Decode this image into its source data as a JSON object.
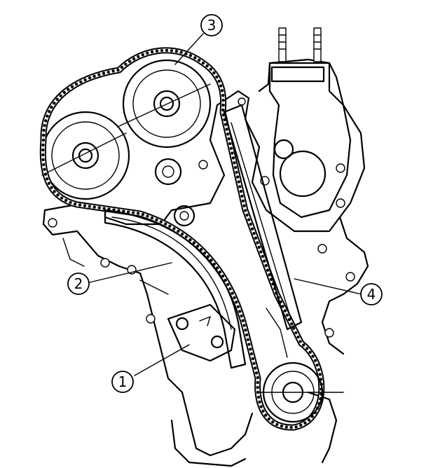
{
  "figure": {
    "callouts": [
      {
        "id": "callout-1",
        "label": "1"
      },
      {
        "id": "callout-2",
        "label": "2"
      },
      {
        "id": "callout-3",
        "label": "3"
      },
      {
        "id": "callout-4",
        "label": "4"
      }
    ]
  },
  "colors": {
    "ink": "#000000",
    "paper": "#ffffff"
  }
}
